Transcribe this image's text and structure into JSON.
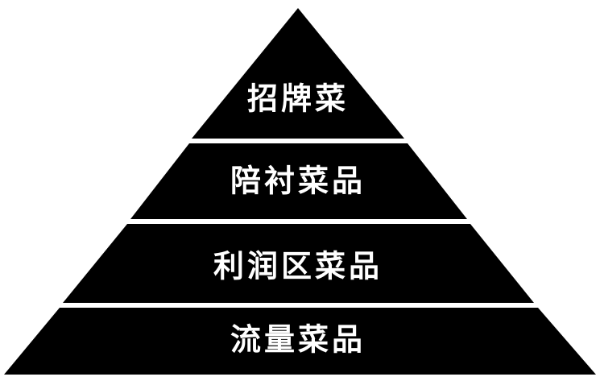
{
  "diagram": {
    "type": "pyramid",
    "colors": {
      "tier_fill": "#000000",
      "label": "#ffffff",
      "background": "#ffffff",
      "divider": "#ffffff"
    },
    "tiers": [
      {
        "label": "招牌菜"
      },
      {
        "label": "陪衬菜品"
      },
      {
        "label": "利润区菜品"
      },
      {
        "label": "流量菜品"
      }
    ]
  }
}
